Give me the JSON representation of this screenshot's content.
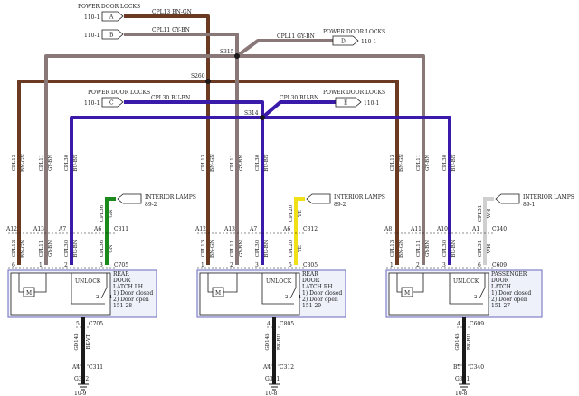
{
  "colors": {
    "brown": "#6b3a22",
    "gray_brown": "#8a7878",
    "blue": "#3a1aa8",
    "green": "#1a8a1a",
    "yellow": "#f0e018",
    "white_wire": "#cfcfcf",
    "black": "#1a1a1a",
    "module_border": "#8080c8",
    "module_fill": "#eef0fa"
  },
  "top": {
    "pdl_title_top": "POWER DOOR LOCKS",
    "pdl_ref": "110-1",
    "conn_a": "A",
    "conn_b": "B",
    "conn_c": "C",
    "conn_d": "D",
    "conn_e": "E",
    "cpl13_bngn": "CPL13  BN-GN",
    "cpl11_gybn_a": "CPL11  GY-BN",
    "cpl11_gybn_b": "CPL11  GY-BN",
    "pdl_title_right1": "POWER DOOR LOCKS",
    "pdl_title_mid": "POWER DOOR LOCKS",
    "cpl30_bubn_a": "CPL30  BU-BN",
    "pdl_title_right2": "POWER DOOR LOCKS",
    "cpl30_bubn_b": "CPL30  BU-BN",
    "s315": "S315",
    "s260": "S260",
    "s314": "S314"
  },
  "wire_labels": {
    "cpl13": "CPL13",
    "bngn": "BN-GN",
    "cpl11": "CPL11",
    "gybn": "GY-BN",
    "cpl30": "CPL30",
    "bubn": "BU-BN",
    "cpl36": "CPL36",
    "gn": "GN",
    "cpl20": "CPL20",
    "ye": "YE",
    "cpl31": "CPL31",
    "wh": "WH",
    "gd143": "GD143",
    "bkvt": "BK-VT",
    "gd145": "GD145",
    "bkbu": "BK-BU"
  },
  "interior_lamps": {
    "title": "INTERIOR LAMPS",
    "ref_lh": "89-2",
    "ref_rh": "89-2",
    "ref_pass": "89-1"
  },
  "pins": {
    "a12": "A12",
    "a13": "A13",
    "a7": "A7",
    "a6": "A6",
    "a8": "A8",
    "a10": "A10",
    "a11": "A11",
    "a1": "A1",
    "a4": "A4",
    "b5": "B5",
    "c311": "C311",
    "c312": "C312",
    "c340": "C340",
    "c705": "C705",
    "c805": "C805",
    "c609": "C609",
    "n1": "1",
    "n2": "2",
    "n3": "3",
    "n4": "4",
    "n5": "5",
    "n6": "6"
  },
  "modules": {
    "unlock": "UNLOCK",
    "motor": "M",
    "sw2": "2",
    "sw1": "1",
    "lh_line1": "REAR",
    "lh_line2": "DOOR",
    "lh_line3": "LATCH LH",
    "rh_line1": "REAR",
    "rh_line2": "DOOR",
    "rh_line3": "LATCH RH",
    "pass_line1": "PASSENGER",
    "pass_line2": "DOOR",
    "pass_line3": "LATCH",
    "note1": "1) Door closed",
    "note2": "2) Door open",
    "lh_ref": "151-28",
    "rh_ref": "151-29",
    "pass_ref": "151-27"
  },
  "grounds": {
    "g302": "G302",
    "g301_rh": "G301",
    "g301_pass": "G301",
    "ref_lh": "10-9",
    "ref_rh": "10-8",
    "ref_pass": "10-8"
  }
}
